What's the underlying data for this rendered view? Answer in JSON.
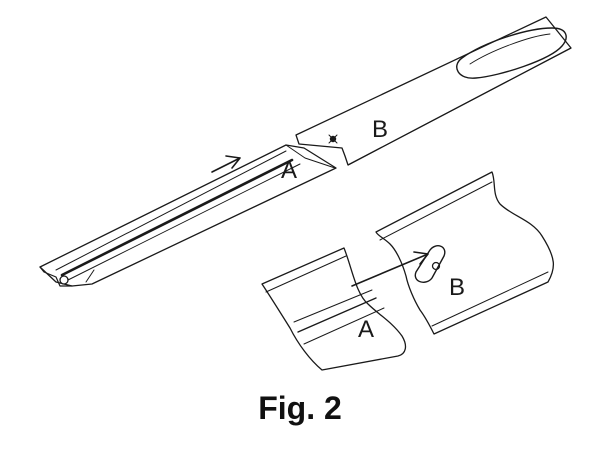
{
  "labels": {
    "upper_a": "A",
    "upper_b": "B",
    "lower_a": "A",
    "lower_b": "B"
  },
  "caption": "Fig. 2",
  "colors": {
    "line": "#1a1a1a",
    "background": "#ffffff"
  }
}
